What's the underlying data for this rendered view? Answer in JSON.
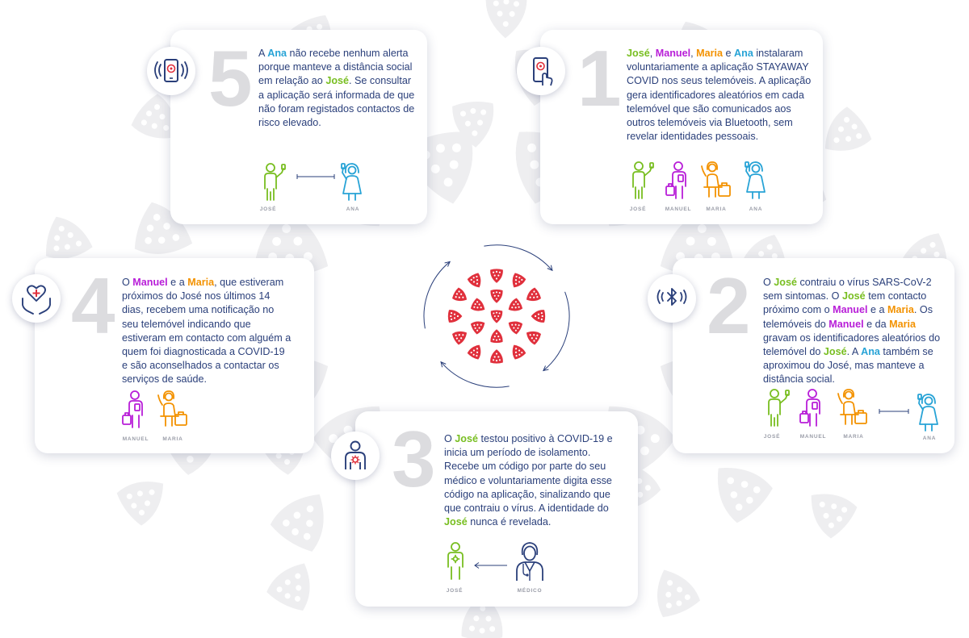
{
  "colors": {
    "navy": "#2a3f7a",
    "jose": "#78be20",
    "manuel": "#b81ed8",
    "maria": "#f39200",
    "ana": "#27a3d6",
    "virus": "#e0303c",
    "step_number": "#dcdcdf"
  },
  "steps": [
    {
      "number": "5",
      "icon": "phone-alert-icon",
      "text": [
        {
          "t": "A "
        },
        {
          "t": "Ana",
          "who": "ana"
        },
        {
          "t": " não recebe nenhum alerta porque manteve a distância social em relação ao "
        },
        {
          "t": "José",
          "who": "jose"
        },
        {
          "t": ". Se consultar a aplicação será informada de que não foram registados contactos de risco elevado."
        }
      ],
      "people": [
        "JOSÉ",
        "ANA"
      ]
    },
    {
      "number": "1",
      "icon": "phone-touch-icon",
      "text": [
        {
          "t": "José",
          "who": "jose"
        },
        {
          "t": ", "
        },
        {
          "t": "Manuel",
          "who": "manuel"
        },
        {
          "t": ", "
        },
        {
          "t": "Maria",
          "who": "maria"
        },
        {
          "t": " e "
        },
        {
          "t": "Ana",
          "who": "ana"
        },
        {
          "t": " instalaram voluntariamente a aplicação STAYAWAY COVID nos seus telemóveis. A aplicação gera identificadores aleatórios em cada telemóvel que são comunicados aos outros telemóveis via Bluetooth, sem revelar identidades pessoais."
        }
      ],
      "people": [
        "JOSÉ",
        "MANUEL",
        "MARIA",
        "ANA"
      ]
    },
    {
      "number": "4",
      "icon": "hands-heart-icon",
      "text": [
        {
          "t": "O "
        },
        {
          "t": "Manuel",
          "who": "manuel"
        },
        {
          "t": " e a "
        },
        {
          "t": "Maria",
          "who": "maria"
        },
        {
          "t": ", que estiveram próximos do José nos últimos 14 dias, recebem uma notificação no seu telemóvel indicando que estiveram em contacto com alguém a quem foi diagnosticada a COVID-19 e são aconselhados a contactar os serviços de saúde."
        }
      ],
      "people": [
        "MANUEL",
        "MARIA"
      ]
    },
    {
      "number": "2",
      "icon": "bluetooth-icon",
      "text": [
        {
          "t": "O "
        },
        {
          "t": "José",
          "who": "jose"
        },
        {
          "t": " contraiu o vírus SARS-CoV-2 sem sintomas. O "
        },
        {
          "t": "José",
          "who": "jose"
        },
        {
          "t": " tem contacto próximo com o "
        },
        {
          "t": "Manuel",
          "who": "manuel"
        },
        {
          "t": " e a "
        },
        {
          "t": "Maria",
          "who": "maria"
        },
        {
          "t": ". Os telemóveis do "
        },
        {
          "t": "Manuel",
          "who": "manuel"
        },
        {
          "t": " e da  "
        },
        {
          "t": "Maria",
          "who": "maria"
        },
        {
          "t": " gravam os identificadores aleatórios do telemóvel do "
        },
        {
          "t": "José",
          "who": "jose"
        },
        {
          "t": ". A "
        },
        {
          "t": "Ana",
          "who": "ana"
        },
        {
          "t": " também se aproximou do José, mas manteve a distância social."
        }
      ],
      "people": [
        "JOSÉ",
        "MANUEL",
        "MARIA",
        "ANA"
      ]
    },
    {
      "number": "3",
      "icon": "infected-person-icon",
      "text": [
        {
          "t": "O "
        },
        {
          "t": "José",
          "who": "jose"
        },
        {
          "t": " testou positivo à COVID-19 e inicia um período de isolamento. Recebe um código por parte do seu médico e voluntariamente digita esse código na aplicação, sinalizando que que contraiu o vírus. A identidade do "
        },
        {
          "t": "José",
          "who": "jose"
        },
        {
          "t": " nunca é revelada."
        }
      ],
      "people": [
        "JOSÉ",
        "MÉDICO"
      ]
    }
  ]
}
